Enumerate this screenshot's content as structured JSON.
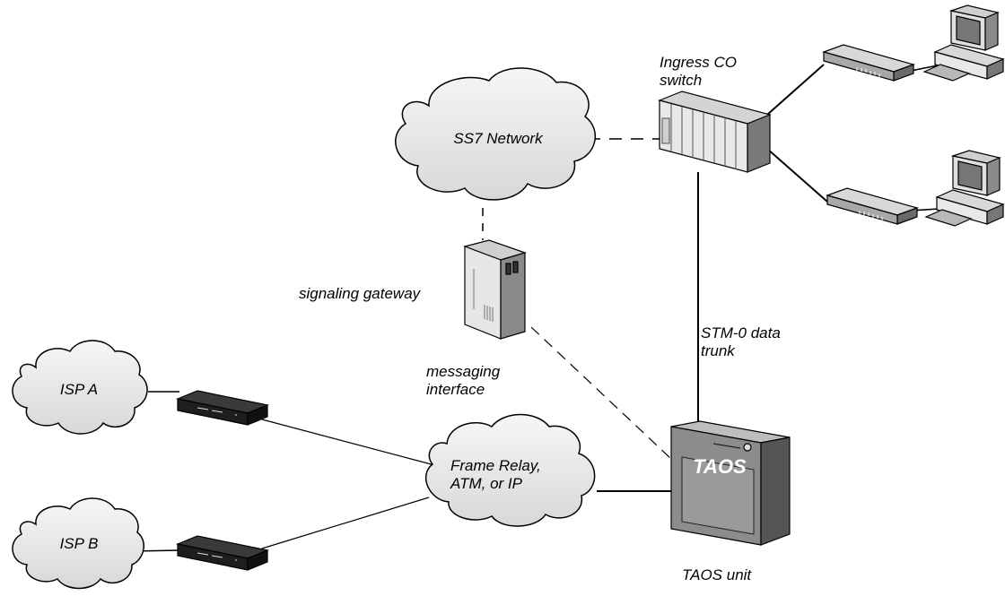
{
  "labels": {
    "ss7_network": "SS7 Network",
    "ingress_switch_line1": "Ingress CO",
    "ingress_switch_line2": "switch",
    "signaling_gateway": "signaling gateway",
    "messaging_interface_line1": "messaging",
    "messaging_interface_line2": "interface",
    "stm0_line1": "STM-0 data",
    "stm0_line2": "trunk",
    "isp_a": "ISP A",
    "isp_b": "ISP B",
    "frame_relay_line1": "Frame Relay,",
    "frame_relay_line2": "ATM, or IP",
    "taos_logo": "TAOS",
    "taos_unit": "TAOS unit"
  },
  "colors": {
    "cloud_fill": "#ececec",
    "device_light": "#e6e6e6",
    "device_mid": "#b4b4b4",
    "device_dark": "#6e6e6e",
    "modem_dark": "#1e1e1e",
    "taos_body": "#8a8a8a"
  }
}
